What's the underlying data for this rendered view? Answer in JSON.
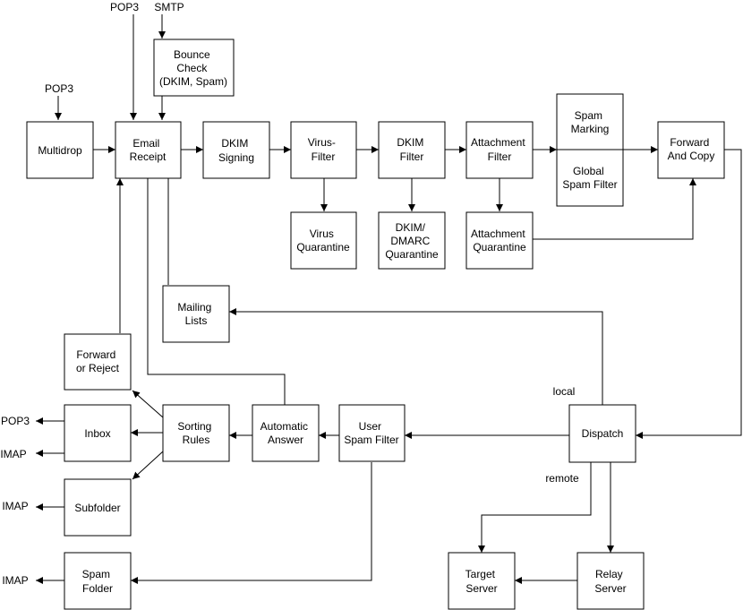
{
  "nodes": {
    "multidrop": [
      "Multidrop"
    ],
    "email_receipt": [
      "Email",
      "Receipt"
    ],
    "bounce_check": [
      "Bounce",
      "Check",
      "(DKIM, Spam)"
    ],
    "dkim_signing": [
      "DKIM",
      "Signing"
    ],
    "virus_filter": [
      "Virus-",
      "Filter"
    ],
    "dkim_filter": [
      "DKIM",
      "Filter"
    ],
    "attachment_filter": [
      "Attachment",
      "Filter"
    ],
    "spam_marking": [
      "Spam",
      "Marking"
    ],
    "global_spam_filter": [
      "Global",
      "Spam Filter"
    ],
    "forward_and_copy": [
      "Forward",
      "And Copy"
    ],
    "virus_quarantine": [
      "Virus",
      "Quarantine"
    ],
    "dkim_dmarc_quarantine": [
      "DKIM/",
      "DMARC",
      "Quarantine"
    ],
    "attachment_quarantine": [
      "Attachment",
      "Quarantine"
    ],
    "mailing_lists": [
      "Mailing",
      "Lists"
    ],
    "forward_or_reject": [
      "Forward",
      "or Reject"
    ],
    "inbox": [
      "Inbox"
    ],
    "sorting_rules": [
      "Sorting",
      "Rules"
    ],
    "automatic_answer": [
      "Automatic",
      "Answer"
    ],
    "user_spam_filter": [
      "User",
      "Spam Filter"
    ],
    "dispatch": [
      "Dispatch"
    ],
    "subfolder": [
      "Subfolder"
    ],
    "spam_folder": [
      "Spam",
      "Folder"
    ],
    "target_server": [
      "Target",
      "Server"
    ],
    "relay_server": [
      "Relay",
      "Server"
    ]
  },
  "labels": {
    "pop3_top": "POP3",
    "smtp_top": "SMTP",
    "pop3_left": "POP3",
    "local": "local",
    "remote": "remote",
    "pop3_inbox": "POP3",
    "imap_inbox": "IMAP",
    "imap_subfolder": "IMAP",
    "imap_spam": "IMAP"
  }
}
